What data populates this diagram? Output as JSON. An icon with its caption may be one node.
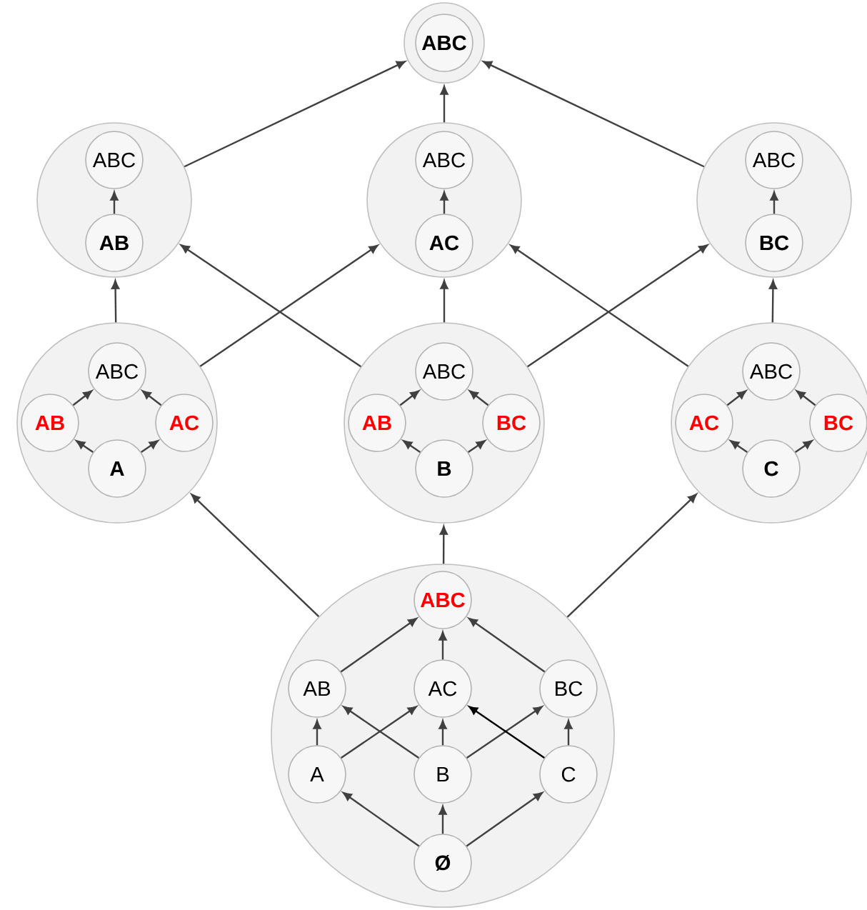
{
  "diagram": {
    "nodes": [
      {
        "text": [],
        "shape": "circle"
      },
      {
        "text": [
          "ABC"
        ],
        "in": 0
      },
      {
        "text": [],
        "shape": "circle"
      },
      {
        "text": [
          "ABC"
        ],
        "in": 2
      },
      {
        "text": [
          "AB"
        ],
        "in": 2
      },
      {
        "text": [],
        "shape": "circle"
      },
      {
        "text": [
          "ABC"
        ],
        "in": 5
      },
      {
        "text": [
          "AC"
        ],
        "in": 5
      },
      {
        "text": [],
        "shape": "circle"
      },
      {
        "text": [
          "ABC"
        ],
        "in": 8
      },
      {
        "text": [
          "BC"
        ],
        "in": 8
      },
      {
        "text": [],
        "shape": "circle"
      },
      {
        "text": [
          "ABC"
        ],
        "in": 11
      },
      {
        "text": [
          "AB"
        ],
        "in": 11
      },
      {
        "text": [
          "AC"
        ],
        "in": 11
      },
      {
        "text": [
          "A"
        ],
        "in": 11
      },
      {
        "text": [],
        "shape": "circle"
      },
      {
        "text": [
          "ABC"
        ],
        "in": 16
      },
      {
        "text": [
          "AB"
        ],
        "in": 16
      },
      {
        "text": [
          "BC"
        ],
        "in": 16
      },
      {
        "text": [
          "B"
        ],
        "in": 16
      },
      {
        "text": [],
        "shape": "circle"
      },
      {
        "text": [
          "ABC"
        ],
        "in": 21
      },
      {
        "text": [
          "AC"
        ],
        "in": 21
      },
      {
        "text": [
          "BC"
        ],
        "in": 21
      },
      {
        "text": [
          "C"
        ],
        "in": 21
      },
      {
        "text": [],
        "shape": "circle"
      },
      {
        "text": [
          "ABC"
        ],
        "in": 26
      },
      {
        "text": [
          "AB"
        ],
        "in": 26
      },
      {
        "text": [
          "AC"
        ],
        "in": 26
      },
      {
        "text": [
          "BC"
        ],
        "in": 26
      },
      {
        "text": [
          "A"
        ],
        "in": 26
      },
      {
        "text": [
          "B"
        ],
        "in": 26
      },
      {
        "text": [
          "C"
        ],
        "in": 26
      },
      {
        "text": [
          "Ø"
        ],
        "in": 26
      }
    ],
    "edges": [
      {
        "from": 2,
        "to": 0,
        "arrow": "to"
      },
      {
        "from": 5,
        "to": 0,
        "arrow": "to"
      },
      {
        "from": 8,
        "to": 0,
        "arrow": "to"
      },
      {
        "from": 4,
        "to": 3,
        "arrow": "to"
      },
      {
        "from": 7,
        "to": 6,
        "arrow": "to"
      },
      {
        "from": 10,
        "to": 9,
        "arrow": "to"
      },
      {
        "from": 11,
        "to": 2,
        "arrow": "to"
      },
      {
        "from": 11,
        "to": 5,
        "arrow": "to"
      },
      {
        "from": 16,
        "to": 2,
        "arrow": "to"
      },
      {
        "from": 16,
        "to": 5,
        "arrow": "to"
      },
      {
        "from": 16,
        "to": 8,
        "arrow": "to"
      },
      {
        "from": 21,
        "to": 5,
        "arrow": "to"
      },
      {
        "from": 21,
        "to": 8,
        "arrow": "to"
      },
      {
        "from": 13,
        "to": 12,
        "arrow": "to"
      },
      {
        "from": 14,
        "to": 12,
        "arrow": "to"
      },
      {
        "from": 15,
        "to": 13,
        "arrow": "to"
      },
      {
        "from": 15,
        "to": 14,
        "arrow": "to"
      },
      {
        "from": 18,
        "to": 17,
        "arrow": "to"
      },
      {
        "from": 19,
        "to": 17,
        "arrow": "to"
      },
      {
        "from": 20,
        "to": 18,
        "arrow": "to"
      },
      {
        "from": 20,
        "to": 19,
        "arrow": "to"
      },
      {
        "from": 23,
        "to": 22,
        "arrow": "to"
      },
      {
        "from": 24,
        "to": 22,
        "arrow": "to"
      },
      {
        "from": 25,
        "to": 23,
        "arrow": "to"
      },
      {
        "from": 25,
        "to": 24,
        "arrow": "to"
      },
      {
        "from": 26,
        "to": 11,
        "arrow": "to"
      },
      {
        "from": 26,
        "to": 16,
        "arrow": "to"
      },
      {
        "from": 26,
        "to": 21,
        "arrow": "to"
      },
      {
        "from": 28,
        "to": 27,
        "arrow": "to"
      },
      {
        "from": 29,
        "to": 27,
        "arrow": "to"
      },
      {
        "from": 30,
        "to": 27,
        "arrow": "to"
      },
      {
        "from": 31,
        "to": 28,
        "arrow": "to"
      },
      {
        "from": 31,
        "to": 29,
        "arrow": "to"
      },
      {
        "from": 32,
        "to": 28,
        "arrow": "to"
      },
      {
        "from": 32,
        "to": 29,
        "arrow": "to"
      },
      {
        "from": 32,
        "to": 30,
        "arrow": "to"
      },
      {
        "from": 33,
        "to": 29,
        "arrow": "to",
        "color": "#000000"
      },
      {
        "from": 33,
        "to": 30,
        "arrow": "to"
      },
      {
        "from": 34,
        "to": 31,
        "arrow": "to"
      },
      {
        "from": 34,
        "to": 32,
        "arrow": "to"
      },
      {
        "from": 34,
        "to": 33,
        "arrow": "to"
      }
    ]
  }
}
